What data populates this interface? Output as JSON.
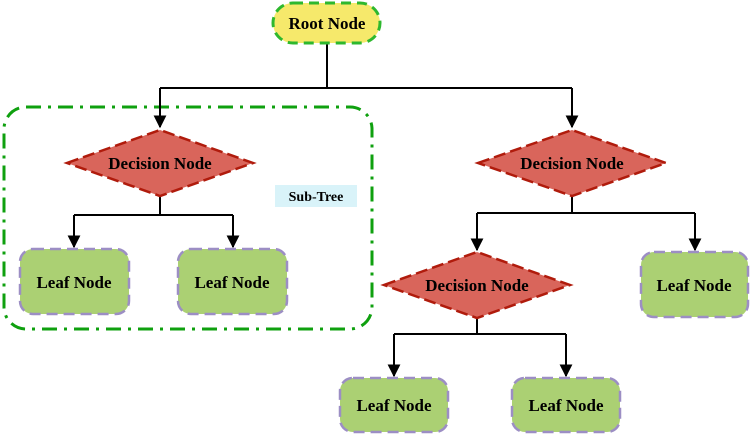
{
  "diagram": {
    "type": "decision-tree",
    "nodes": {
      "root": {
        "label": "Root Node",
        "shape": "rounded-pill"
      },
      "decision_left": {
        "label": "Decision Node",
        "shape": "diamond"
      },
      "decision_right": {
        "label": "Decision Node",
        "shape": "diamond"
      },
      "decision_right_child": {
        "label": "Decision Node",
        "shape": "diamond"
      },
      "leaf_subtree_left": {
        "label": "Leaf Node",
        "shape": "rounded-rect"
      },
      "leaf_subtree_right": {
        "label": "Leaf Node",
        "shape": "rounded-rect"
      },
      "leaf_far_right": {
        "label": "Leaf Node",
        "shape": "rounded-rect"
      },
      "leaf_bottom_left": {
        "label": "Leaf Node",
        "shape": "rounded-rect"
      },
      "leaf_bottom_right": {
        "label": "Leaf Node",
        "shape": "rounded-rect"
      }
    },
    "subtree": {
      "label": "Sub-Tree"
    },
    "edges": [
      "root -> decision_left",
      "root -> decision_right",
      "decision_left -> leaf_subtree_left",
      "decision_left -> leaf_subtree_right",
      "decision_right -> decision_right_child",
      "decision_right -> leaf_far_right",
      "decision_right_child -> leaf_bottom_left",
      "decision_right_child -> leaf_bottom_right"
    ]
  },
  "colors": {
    "root_fill": "#f6e96b",
    "root_border": "#2eb82e",
    "decision_fill": "#d9655b",
    "decision_border": "#b01b0c",
    "leaf_fill": "#abd073",
    "leaf_border": "#9c8ec4",
    "subtree_border": "#0fa00f",
    "subtree_label_bg": "#d9f3f9",
    "connector": "#000000",
    "text": "#000000"
  }
}
